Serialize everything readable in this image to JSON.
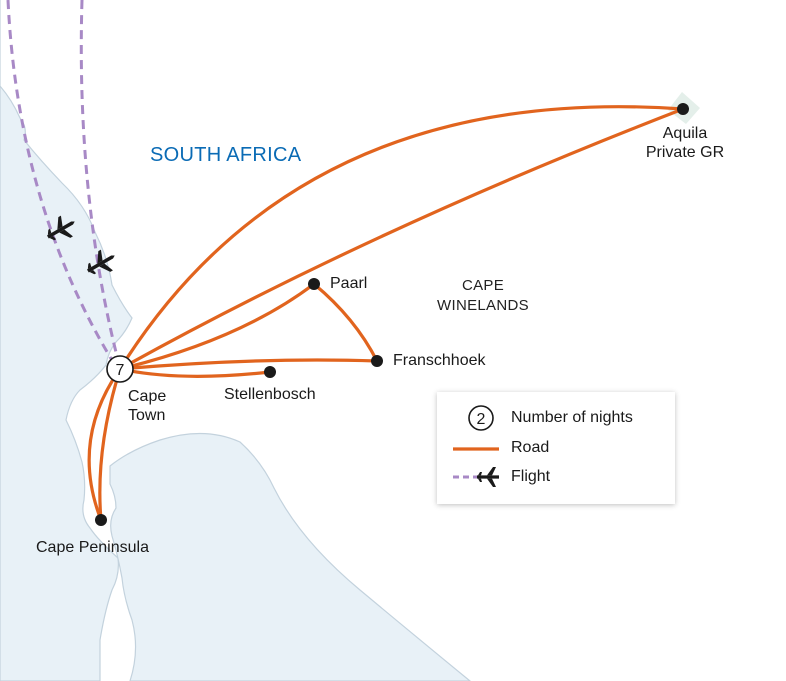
{
  "map": {
    "country_label": "SOUTH AFRICA",
    "region_label_lines": [
      "CAPE",
      "WINELANDS"
    ],
    "nights_badge": "7",
    "places": {
      "aquila": {
        "lines": [
          "Aquila",
          "Private GR"
        ]
      },
      "paarl": {
        "name": "Paarl"
      },
      "franschhoek": {
        "name": "Franschhoek"
      },
      "stellenbosch": {
        "name": "Stellenbosch"
      },
      "cape_town": {
        "lines": [
          "Cape",
          "Town"
        ]
      },
      "cape_peninsula": {
        "name": "Cape Peninsula"
      }
    }
  },
  "legend": {
    "nights_sample": "2",
    "nights_label": "Number of nights",
    "road_label": "Road",
    "flight_label": "Flight"
  },
  "colors": {
    "road": "#e1641e",
    "flight": "#a889c6",
    "land": "#ffffff",
    "sea": "#e8f1f7",
    "coast": "#c3d2dd",
    "country_label": "#0a6bb5",
    "marker": "#1a1a1a"
  }
}
